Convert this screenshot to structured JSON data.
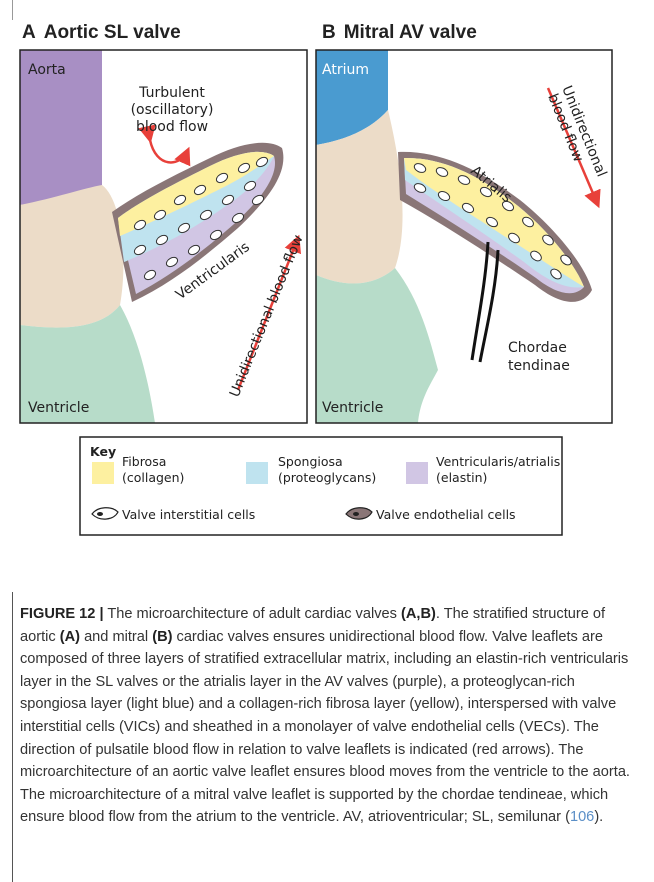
{
  "panel_a": {
    "letter": "A",
    "title": "Aortic SL valve",
    "aorta": "Aorta",
    "flow_line1": "Turbulent",
    "flow_line2": "(oscillatory)",
    "flow_line3": "blood flow",
    "layer": "Ventricularis",
    "unidirectional": "Unidirectional blood flow",
    "ventricle": "Ventricle"
  },
  "panel_b": {
    "letter": "B",
    "title": "Mitral AV valve",
    "atrium": "Atrium",
    "flow_line1": "Unidirectional",
    "flow_line2": "blood flow",
    "layer": "Atrialis",
    "chordae_line1": "Chordae",
    "chordae_line2": "tendinae",
    "ventricle": "Ventricle"
  },
  "key": {
    "title": "Key",
    "fibrosa_line1": "Fibrosa",
    "fibrosa_line2": "(collagen)",
    "spongiosa_line1": "Spongiosa",
    "spongiosa_line2": "(proteoglycans)",
    "ventricularis_line1": "Ventricularis/atrialis",
    "ventricularis_line2": "(elastin)",
    "vic": "Valve interstitial cells",
    "vec": "Valve endothelial cells"
  },
  "colors": {
    "fibrosa": "#fdf0a0",
    "spongiosa": "#bfe3ef",
    "ventricularis": "#d1c6e4",
    "aorta": "#a88fc4",
    "atrium": "#4a9bd0",
    "ventricle": "#b7dcc9",
    "tissue": "#ecdcc8",
    "arrow": "#e8403a",
    "endothelial": "#8a7677"
  },
  "caption": {
    "label": "FIGURE 12 |",
    "part1": " The microarchitecture of adult cardiac valves ",
    "ref_ab": "(A,B)",
    "part2": ". The stratified structure of aortic ",
    "ref_a": "(A)",
    "part3": " and mitral ",
    "ref_b": "(B)",
    "part4": " cardiac valves ensures unidirectional blood flow. Valve leaflets are composed of three layers of stratified extracellular matrix, including an elastin-rich ventricularis layer in the SL valves or the atrialis layer in the AV valves (purple), a proteoglycan-rich spongiosa layer (light blue) and a collagen-rich fibrosa layer (yellow), interspersed with valve interstitial cells (VICs) and sheathed in a monolayer of valve endothelial cells (VECs). The direction of pulsatile blood flow in relation to valve leaflets is indicated (red arrows). The microarchitecture of an aortic valve leaflet ensures blood moves from the ventricle to the aorta. The microarchitecture of a mitral valve leaflet is supported by the chordae tendineae, which ensure blood flow from the atrium to the ventricle. AV, atrioventricular; SL, semilunar (",
    "citation": "106",
    "part5": ")."
  }
}
